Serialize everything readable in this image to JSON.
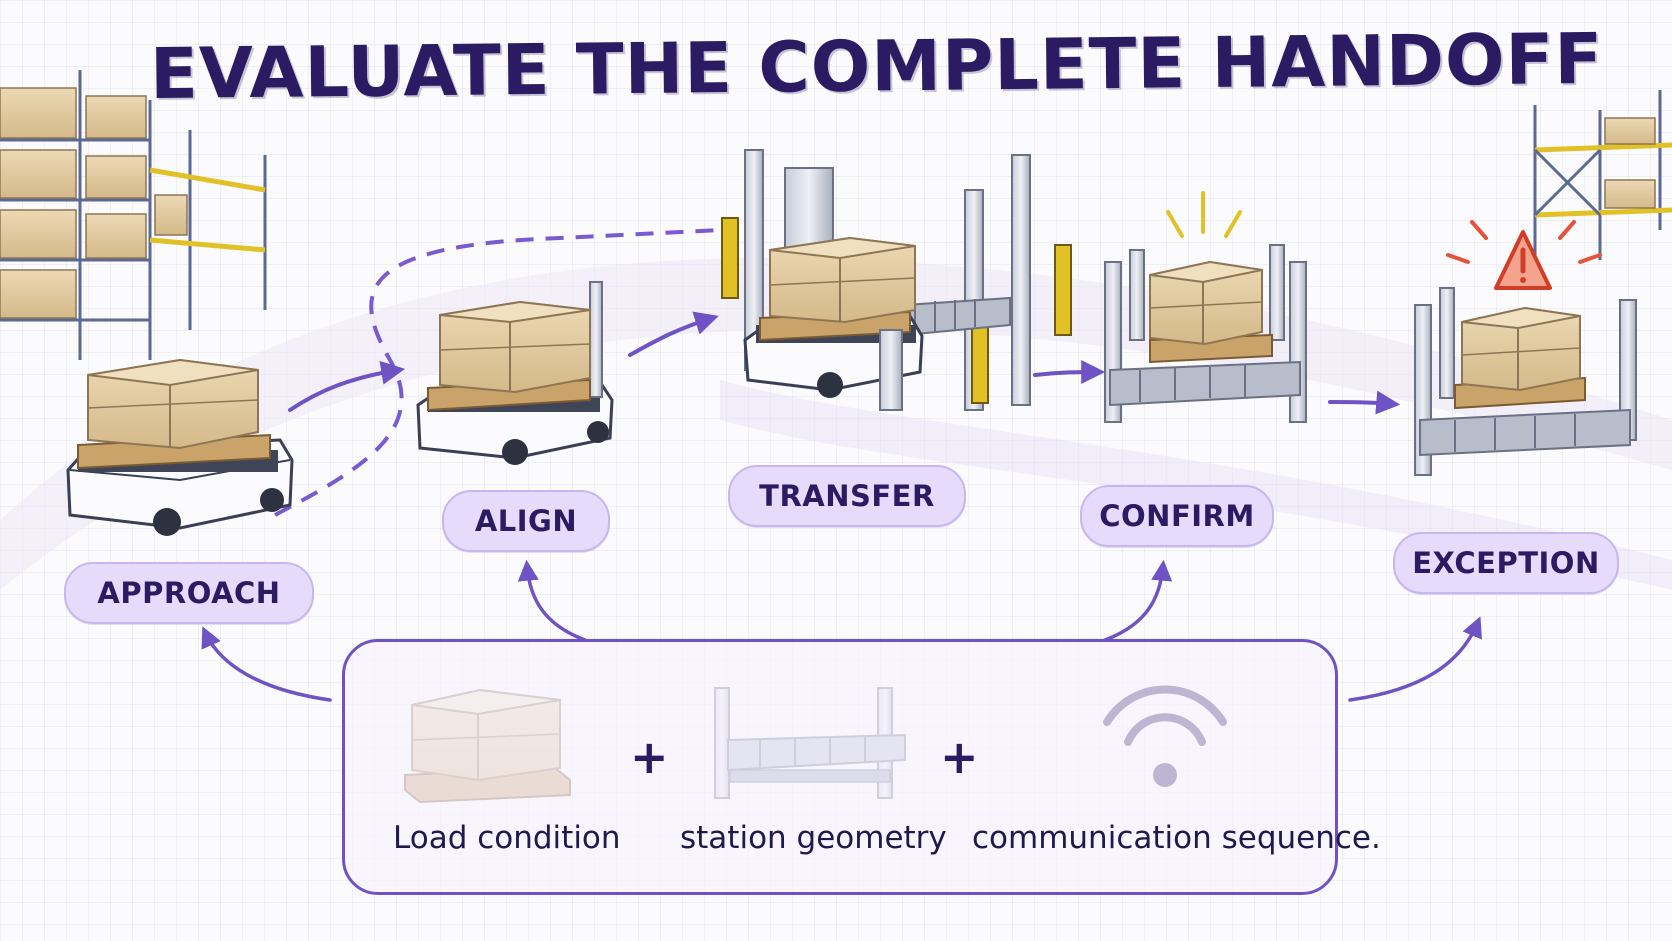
{
  "title": "EVALUATE THE COMPLETE HANDOFF",
  "stages": [
    {
      "label": "APPROACH"
    },
    {
      "label": "ALIGN"
    },
    {
      "label": "TRANSFER"
    },
    {
      "label": "CONFIRM"
    },
    {
      "label": "EXCEPTION"
    }
  ],
  "factors": [
    {
      "label": "Load condition",
      "icon": "pallet-load-icon"
    },
    {
      "label": "station geometry",
      "icon": "roller-station-icon"
    },
    {
      "label": "communication sequence.",
      "icon": "wireless-signal-icon"
    }
  ],
  "operator": "+",
  "colors": {
    "title": "#2a1b62",
    "pill_fill": "#e6dbfb",
    "arrow": "#6f53c4",
    "warning": "#e5533d",
    "bollard": "#e2c126"
  }
}
